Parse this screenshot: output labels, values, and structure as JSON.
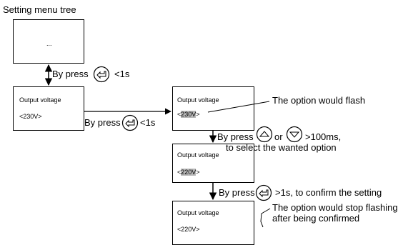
{
  "title": "Setting menu tree",
  "top_box": {
    "text": "..."
  },
  "menu_box": {
    "label": "Output voltage",
    "value": "<230V>"
  },
  "flash_box": {
    "label": "Output voltage",
    "value_open": "<",
    "value_hl": "230V",
    "value_close": ">"
  },
  "select_box": {
    "label": "Output voltage",
    "value_open": "<",
    "value_hl": "220V",
    "value_close": ">"
  },
  "confirm_box": {
    "label": "Output voltage",
    "value": "<220V>"
  },
  "annotations": {
    "enter_press": "By press",
    "enter_time": "<1s",
    "right_press": "By press",
    "right_time": "<1s",
    "flash": "The option would flash",
    "select_press": "By press",
    "select_or": "or",
    "select_time": ">100ms,",
    "select_desc": "to select the wanted option",
    "confirm_press": "By press",
    "confirm_desc": ">1s, to confirm the setting",
    "stop_line1": "The option would stop flashing",
    "stop_line2": "after being confirmed"
  },
  "icons": {
    "enter": "enter-key-icon",
    "up": "up-arrow-key-icon",
    "down": "down-arrow-key-icon"
  }
}
